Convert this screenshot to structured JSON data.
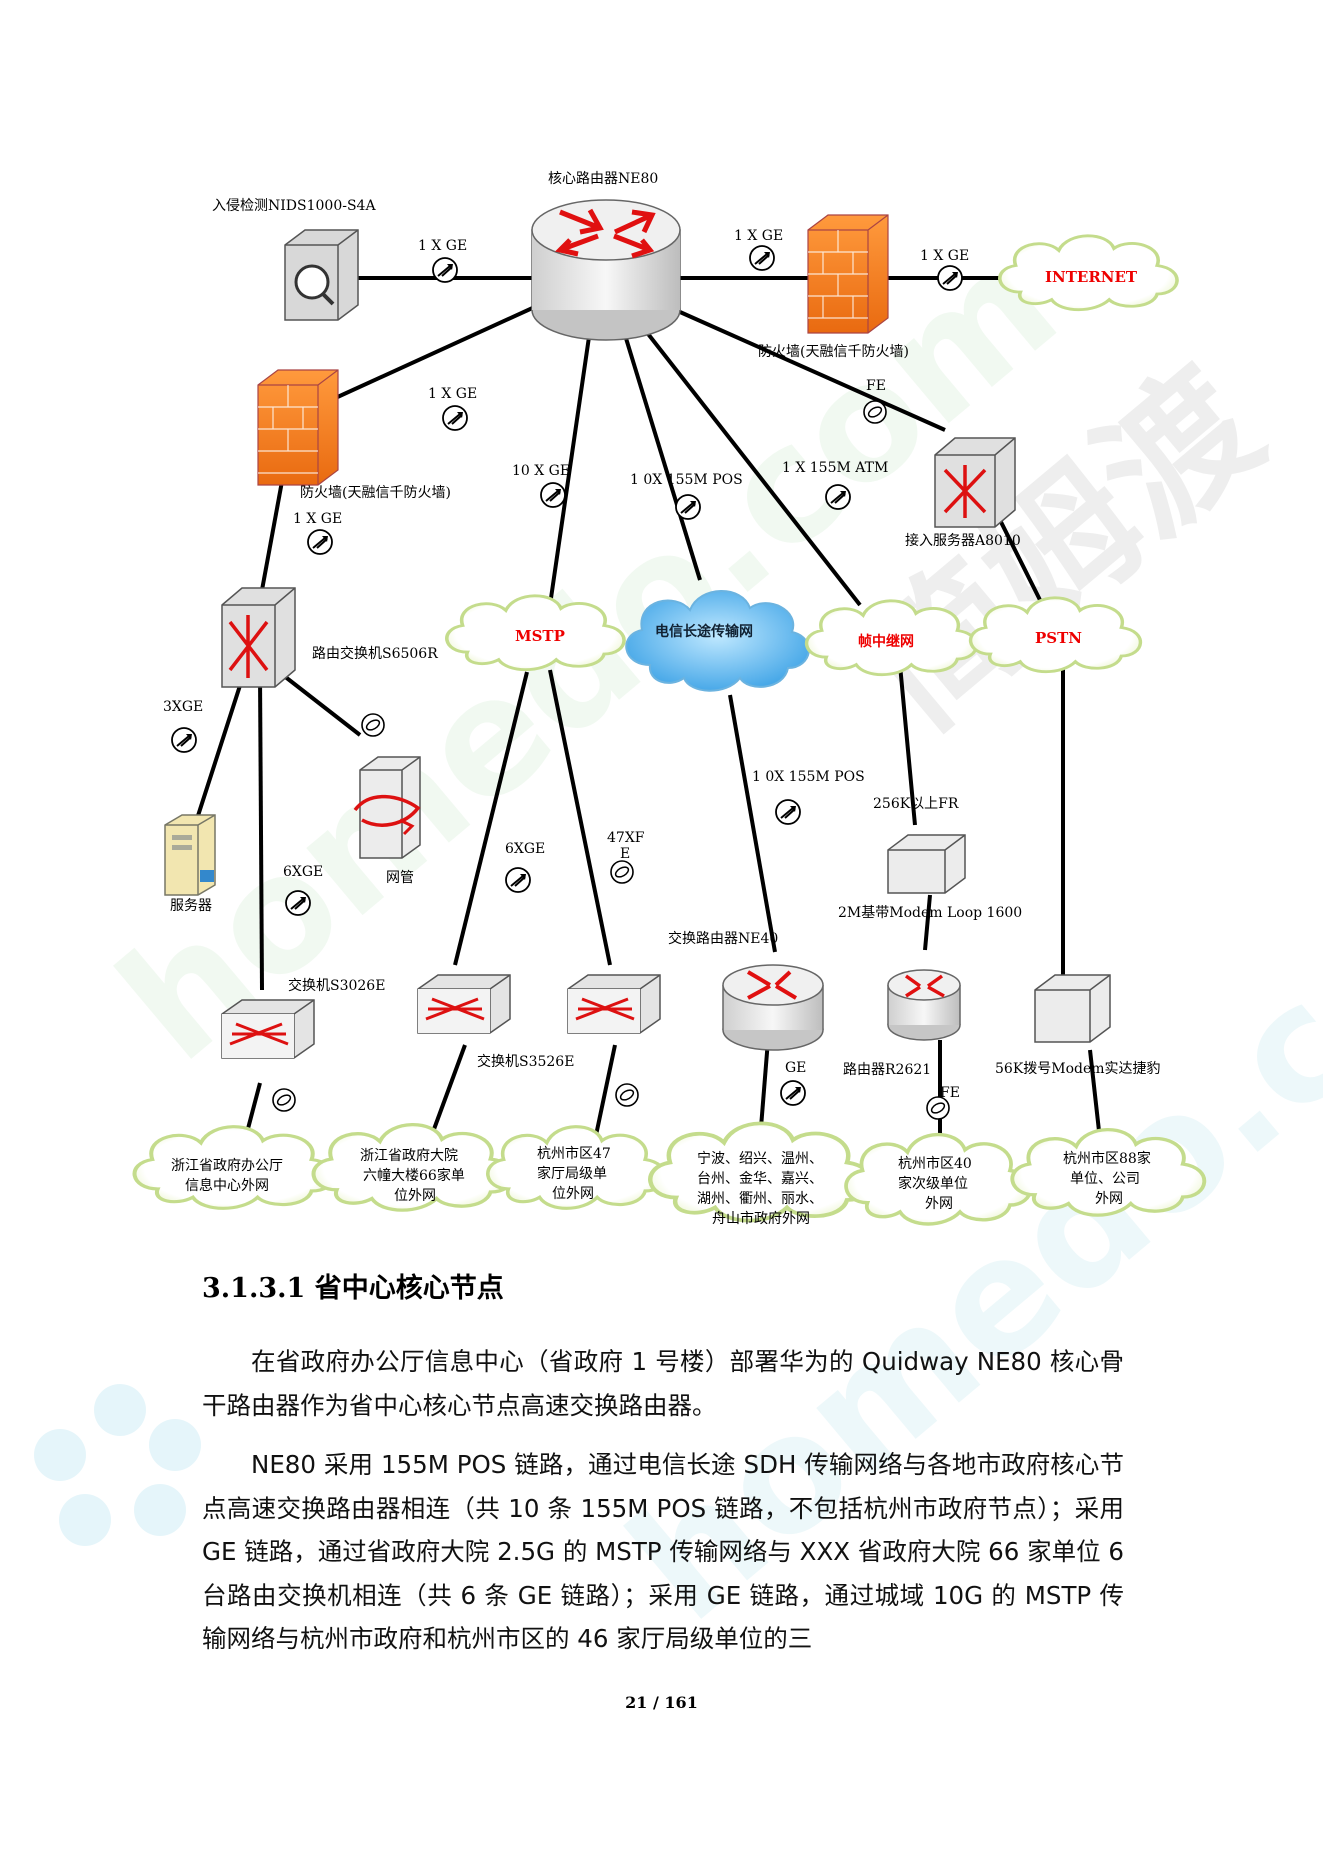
{
  "watermark": {
    "text_gray": "简姆渡",
    "text_green": "homedo.com"
  },
  "diagram": {
    "labels": {
      "core_router": "核心路由器NE80",
      "ids": "入侵检测NIDS1000-S4A",
      "fw_top": "防火墙(天融信千防火墙)",
      "fw_left": "防火墙(天融信千防火墙)",
      "internet": "INTERNET",
      "access_server": "接入服务器A8010",
      "router_switch": "路由交换机S6506R",
      "mstp": "MSTP",
      "telecom": "电信长途传输网",
      "frame_relay": "帧中继网",
      "pstn": "PSTN",
      "server": "服务器",
      "nms": "网管",
      "switch_s3026e": "交换机S3026E",
      "switch_s3526e": "交换机S3526E",
      "router_ne40": "交换路由器NE40",
      "router_r2621": "路由器R2621",
      "modem_2m": "2M基带Modem Loop 1600",
      "modem_56k": "56K拨号Modem实达捷豹"
    },
    "links": {
      "ids_core": "1 X GE",
      "core_fw": "1 X GE",
      "fw_internet": "1 X GE",
      "core_fwleft": "1 X GE",
      "fwleft_s6506": "1 X GE",
      "core_mstp": "10  X GE",
      "core_telecom": "1 0X 155M  POS",
      "core_fr": "1 X 155M  ATM",
      "core_access": "FE",
      "s6506_server": "3XGE",
      "s6506_s3026": "6XGE",
      "mstp_s3526a": "6XGE",
      "mstp_s3526b_line1": "47XF",
      "mstp_s3526b_line2": "E",
      "telecom_ne40": "1 0X 155M  POS",
      "fr_modem": "256K以上FR",
      "ne40_cloud": "GE",
      "r2621_cloud": "FE"
    },
    "clouds": {
      "c1": [
        "浙江省政府办公厅",
        "信息中心外网"
      ],
      "c2": [
        "浙江省政府大院",
        "六幢大楼66家单",
        "位外网"
      ],
      "c3": [
        "杭州市区47",
        "家厅局级单",
        "位外网"
      ],
      "c4": [
        "宁波、绍兴、温州、",
        "台州、金华、嘉兴、",
        "湖州、衢州、丽水、",
        "舟山市政府外网"
      ],
      "c5": [
        "杭州市区40",
        "家次级单位",
        "外网"
      ],
      "c6": [
        "杭州市区88家",
        "单位、公司",
        "外网"
      ]
    }
  },
  "section": {
    "heading": "3.1.3.1 省中心核心节点",
    "paragraph1": "在省政府办公厅信息中心（省政府 1 号楼）部署华为的 Quidway NE80 核心骨干路由器作为省中心核心节点高速交换路由器。",
    "paragraph2": "NE80 采用 155M POS 链路，通过电信长途 SDH 传输网络与各地市政府核心节点高速交换路由器相连（共 10 条 155M POS 链路，不包括杭州市政府节点）；采用 GE 链路，通过省政府大院 2.5G 的 MSTP 传输网络与 XXX 省政府大院 66 家单位 6 台路由交换机相连（共 6 条 GE 链路）；采用 GE 链路，通过城域 10G 的 MSTP 传输网络与杭州市政府和杭州市区的 46 家厅局级单位的三"
  },
  "page": {
    "number": "21 / 161"
  }
}
